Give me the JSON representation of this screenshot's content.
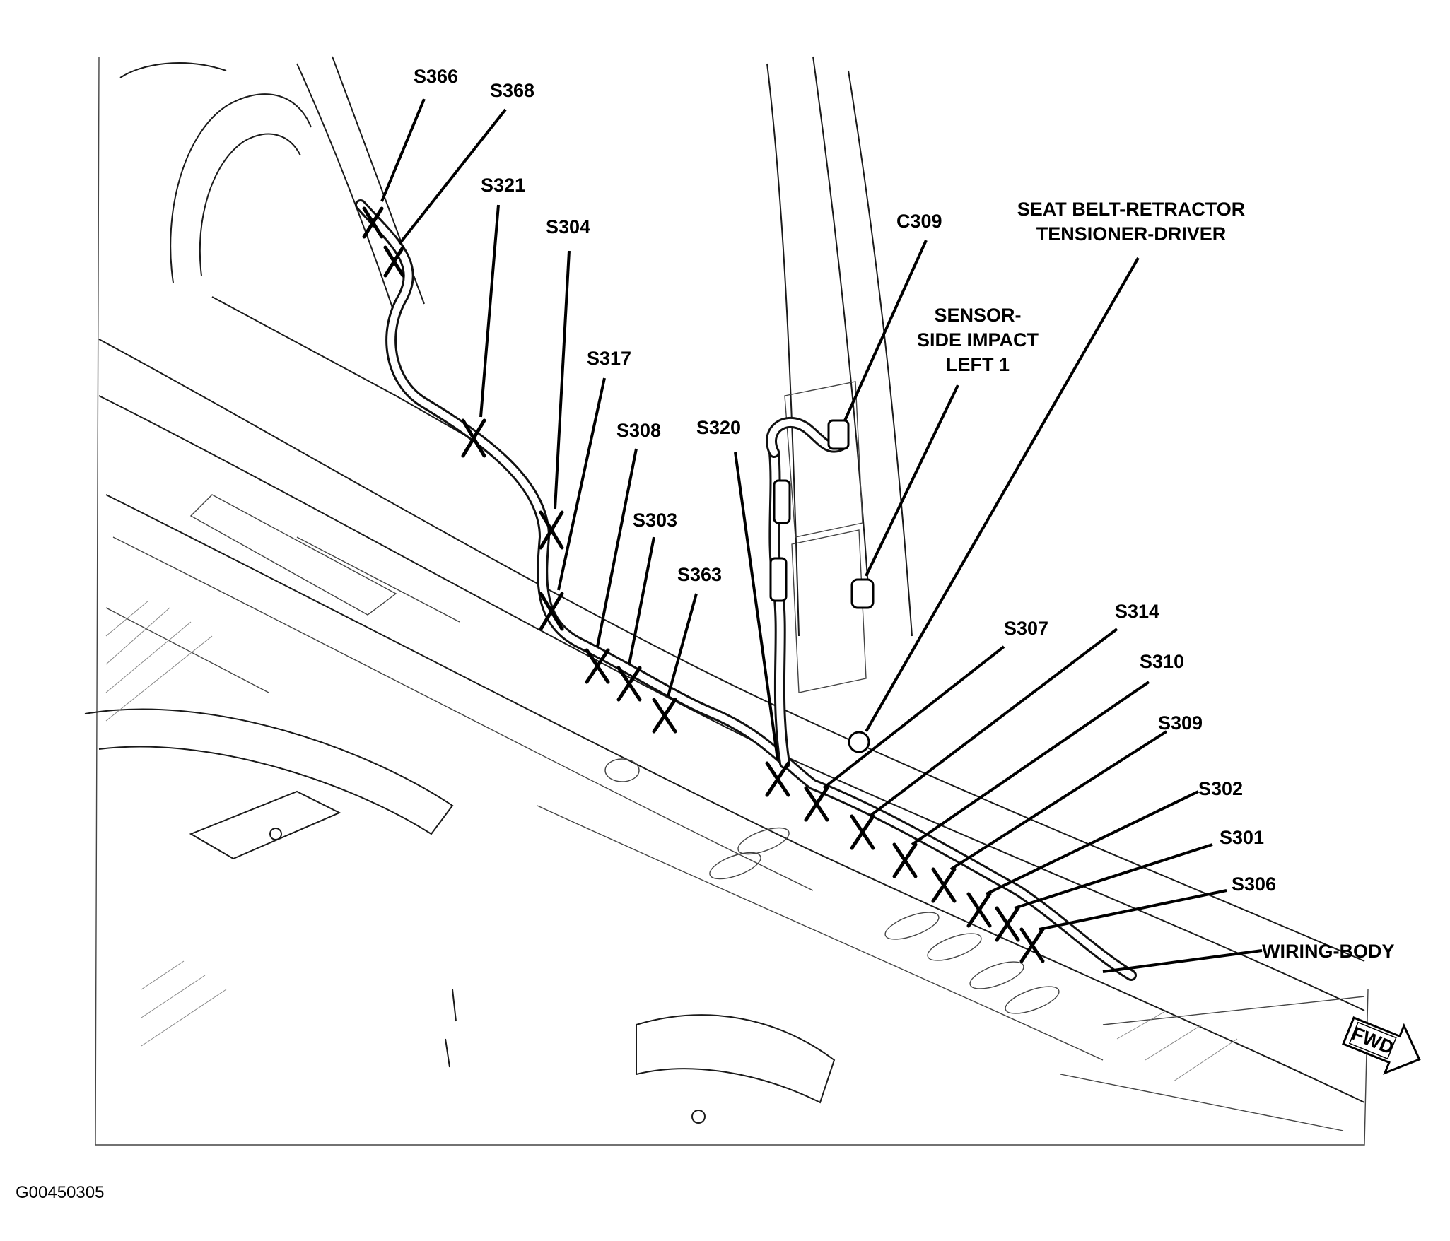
{
  "callouts": {
    "s366": "S366",
    "s368": "S368",
    "s321": "S321",
    "s304": "S304",
    "s317": "S317",
    "s308": "S308",
    "s320": "S320",
    "s303": "S303",
    "s363": "S363",
    "c309": "C309",
    "seat_belt_line1": "SEAT BELT-RETRACTOR",
    "seat_belt_line2": "TENSIONER-DRIVER",
    "sensor_line1": "SENSOR-",
    "sensor_line2": "SIDE IMPACT",
    "sensor_line3": "LEFT 1",
    "s307": "S307",
    "s314": "S314",
    "s310": "S310",
    "s309": "S309",
    "s302": "S302",
    "s301": "S301",
    "s306": "S306",
    "wiring_body": "WIRING-BODY"
  },
  "fwd_label": "FWD",
  "figure_id": "G00450305",
  "colors": {
    "ink": "#000000",
    "background": "#ffffff",
    "linework": "#1a1a1a"
  }
}
